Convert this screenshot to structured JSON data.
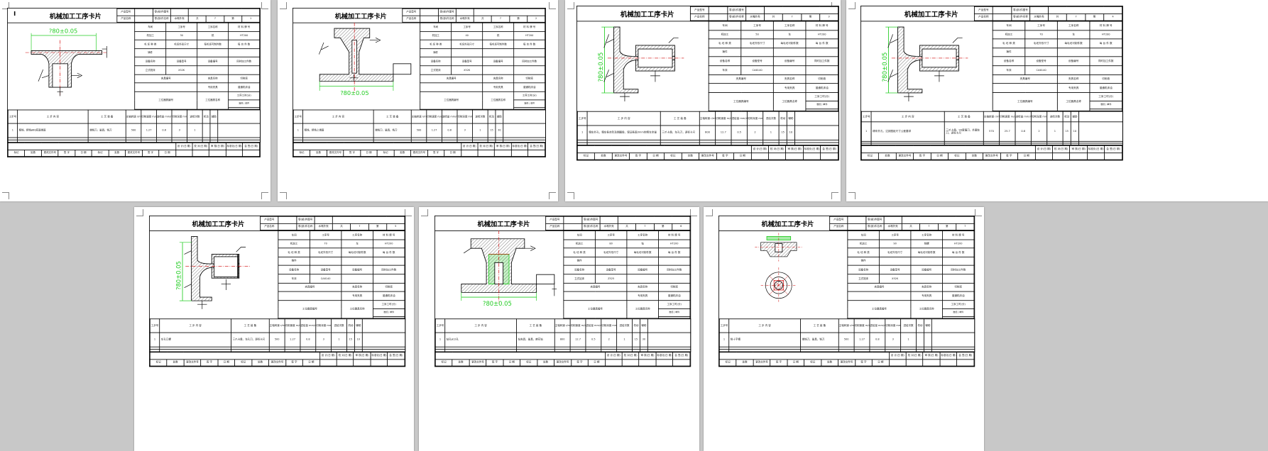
{
  "card": {
    "title": "机械加工工序卡片",
    "product_model_label": "产品型号",
    "product_name_label": "产品名称",
    "part_drawing_no_label": "零(部)件图号",
    "part_name_label": "零(部)件名称",
    "part_name_value": "水嘴外壳",
    "total_pages_label": "共",
    "page_label": "第",
    "page_unit": "页",
    "total_pages": "7",
    "workshop_label": "车间",
    "process_no_label": "工序号",
    "process_name_label": "工序名称",
    "material_label": "材 料 牌 号",
    "workshop_value": "机加工",
    "material_value": "HT200",
    "blank_type_label": "毛 坯 种 类",
    "blank_size_label": "毛坯外形尺寸",
    "blank_count_label": "每毛坯可制件数",
    "unit_count_label": "每 台 件 数",
    "blank_type_value": "铸件",
    "equipment_name_label": "设备名称",
    "equipment_model_label": "设备型号",
    "equipment_no_label": "设备编号",
    "simultaneous_label": "同时加工件数",
    "fixture_no_label": "夹具编号",
    "fixture_name_label": "夹具名称",
    "coolant_label": "切削液",
    "station_tool_no_label": "工位器具编号",
    "station_tool_name_label": "工位器具名称",
    "time_label": "工序工时(分)",
    "std_time_label": "准终",
    "unit_time_label": "单件",
    "special_fixture": "专用夹具",
    "dedicated_coolant": "普通机床油",
    "step_headers": {
      "no": "工步号",
      "content": "工 步 内 容",
      "equipment": "工 艺 装 备",
      "spindle": "主轴转速 r/min",
      "speed": "切削速度 m/s",
      "feed": "进给量 mm/r",
      "depth": "切削深度 mm",
      "passes": "进给次数",
      "hours": "工步工时",
      "machine": "机动",
      "aux": "辅助"
    },
    "sign_labels": [
      "设 计(日 期)",
      "校 对(日 期)",
      "审 核(日 期)",
      "标准化(日 期)",
      "会 签(日 期)"
    ],
    "rev_labels": [
      "标记",
      "处数",
      "更改文件号",
      "签 字",
      "日 期",
      "标记",
      "处数",
      "更改文件号",
      "签 字",
      "日 期"
    ]
  },
  "cards": [
    {
      "page": "1",
      "process_no": "30",
      "process_name": "铣",
      "equip_name": "立式铣床",
      "equip_model": "X52K",
      "dim": "?80±0.05",
      "drawing": "d1",
      "step_content": "粗铣、精铣ø80底面端面",
      "step_equip": "端铣刀、量具、铣刀",
      "spindle": "500",
      "speed": "1.27",
      "feed": "0.8",
      "depth": "3",
      "passes": "1",
      "machine": "",
      "aux": ""
    },
    {
      "page": "2",
      "process_no": "40",
      "process_name": "铣",
      "equip_name": "立式铣床",
      "equip_model": "X52K",
      "dim": "?80±0.05",
      "drawing": "d2",
      "step_content": "粗铣、精铣上端面",
      "step_equip": "端铣刀、量具、铣刀",
      "spindle": "500",
      "speed": "1.27",
      "feed": "0.8",
      "depth": "3",
      "passes": "1",
      "machine": "15",
      "aux": "30"
    },
    {
      "page": "3",
      "process_no": "50",
      "process_name": "车",
      "equip_name": "车床",
      "equip_model": "CA6140",
      "dim": "?80±0.05",
      "drawing": "d3",
      "step_content": "粗车外孔，粗车各台阶及倒圆角，保证各面3mm的精车余量",
      "step_equip": "三爪卡盘、车孔刀，游标卡尺",
      "spindle": "800",
      "speed": "12.7",
      "feed": "0.5",
      "depth": "2",
      "passes": "1",
      "machine": "15",
      "aux": "10"
    },
    {
      "page": "4",
      "process_no": "70",
      "process_name": "车",
      "equip_name": "车床",
      "equip_model": "CA6140",
      "dim": "?80±0.05",
      "drawing": "d3",
      "step_content": "精车外孔，达到图纸尺寸公差要求",
      "step_equip": "三爪卡盘、90度偏刀、外圆车刀，游标卡尺",
      "spindle": "570",
      "speed": "25.7",
      "feed": "0.8",
      "depth": "2",
      "passes": "1",
      "machine": "15",
      "aux": "10"
    },
    {
      "page": "5",
      "process_no": "70",
      "process_name": "车",
      "equip_name": "车床",
      "equip_model": "CA6140",
      "dim": "?80±0.05",
      "drawing": "d4",
      "step_content": "车孔口螺",
      "step_equip": "三爪卡盘、车孔刀，游标卡尺",
      "spindle": "500",
      "speed": "1.27",
      "feed": "0.8",
      "depth": "3",
      "passes": "1",
      "machine": "15",
      "aux": "10"
    },
    {
      "page": "6",
      "process_no": "80",
      "process_name": "钻",
      "equip_name": "立式钻床",
      "equip_model": "Z525",
      "dim": "?80±0.05",
      "drawing": "d5",
      "step_content": "钻孔ø12孔",
      "step_equip": "钻夹具、量具、麻花钻",
      "spindle": "800",
      "speed": "12.7",
      "feed": "0.5",
      "depth": "2",
      "passes": "1",
      "machine": "15",
      "aux": "30"
    },
    {
      "page": "7",
      "process_no": "90",
      "process_name": "铣螺",
      "equip_name": "立式铣床",
      "equip_model": "X52K",
      "dim": "",
      "drawing": "d6",
      "step_content": "铣十字槽",
      "step_equip": "端铣刀、量具、铣刀",
      "spindle": "500",
      "speed": "1.27",
      "feed": "0.8",
      "depth": "3",
      "passes": "1",
      "machine": "",
      "aux": ""
    }
  ],
  "colors": {
    "green": "#22cc22",
    "red": "#d00000",
    "black": "#000000",
    "desk": "#c8c8c8"
  }
}
